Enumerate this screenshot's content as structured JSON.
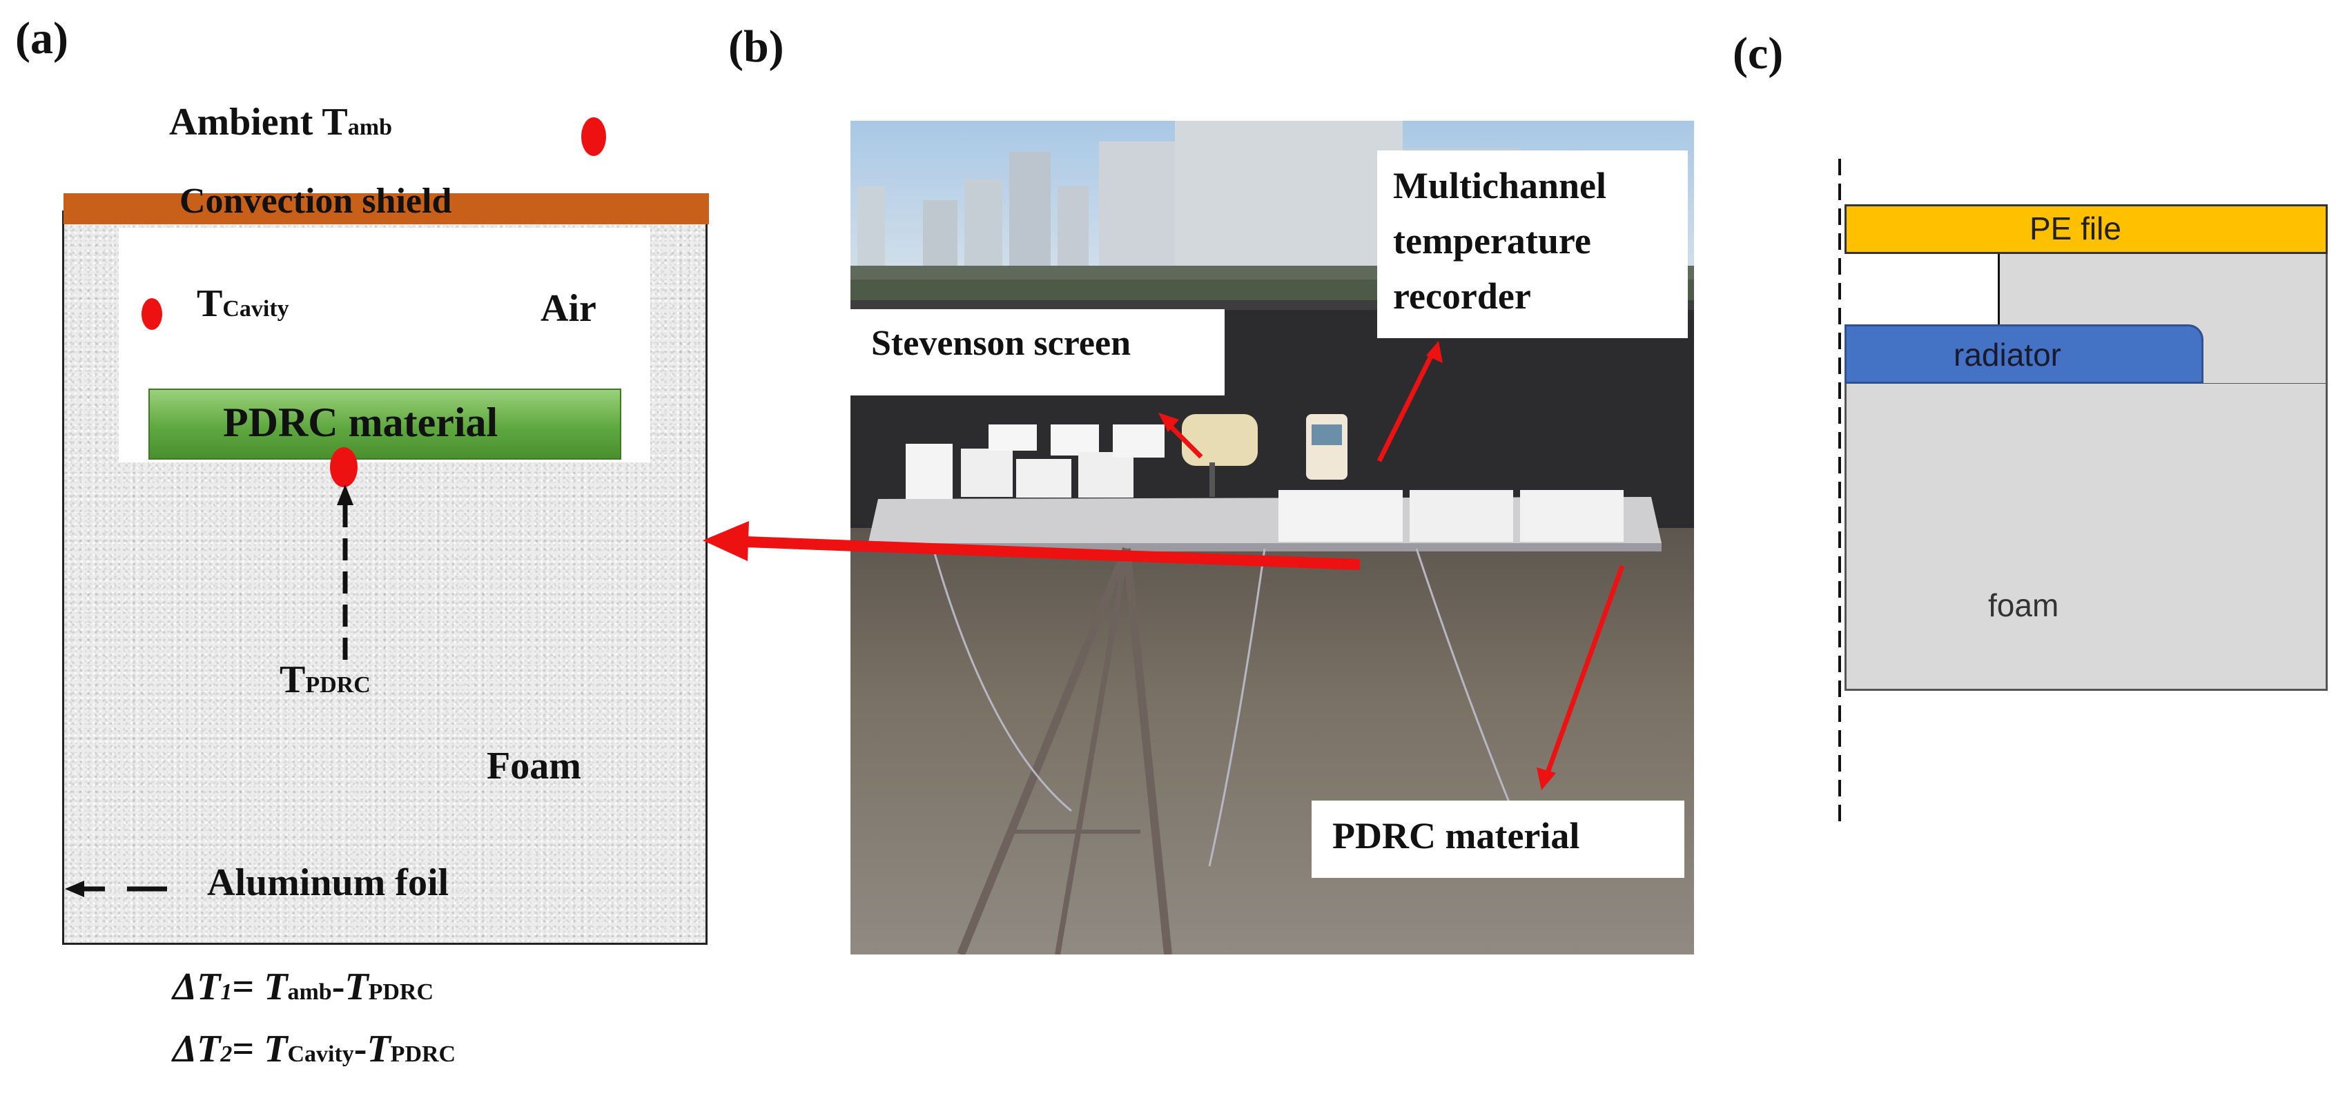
{
  "panel_a": {
    "label": "(a)",
    "ambient_label": "Ambient T",
    "ambient_sub": "amb",
    "shield_label": "Convection shield",
    "cavity_label": "T",
    "cavity_sub": "Cavity",
    "air_label": "Air",
    "pdrc_label": "PDRC material",
    "tpdrc_label": "T",
    "tpdrc_sub": "PDRC",
    "foam_label": "Foam",
    "foil_label": "Aluminum foil",
    "eq1": {
      "delta": "ΔT",
      "idx": "1",
      "eq": "= ",
      "t1": "T",
      "t1_sub": "amb",
      "minus": "-",
      "t2": "T",
      "t2_sub": "PDRC"
    },
    "eq2": {
      "delta": "ΔT",
      "idx": "2",
      "eq": "= ",
      "t1": "T",
      "t1_sub": "Cavity",
      "minus": "-",
      "t2": "T",
      "t2_sub": "PDRC"
    },
    "colors": {
      "shield": "#c8601a",
      "pdrc_top": "#8cc36e",
      "pdrc_bottom": "#4e9a34",
      "dot": "#ee1111"
    }
  },
  "panel_b": {
    "label": "(b)",
    "stevenson_label": "Stevenson screen",
    "recorder_line1": "Multichannel",
    "recorder_line2": "temperature",
    "recorder_line3": "recorder",
    "pdrc_label": "PDRC material",
    "colors": {
      "arrow": "#ee1111"
    }
  },
  "panel_c": {
    "label": "(c)",
    "pe_label": "PE file",
    "radiator_label": "radiator",
    "foam_label": "foam",
    "colors": {
      "pe": "#ffc000",
      "radiator": "#4472c4",
      "foam": "#d9d9d9"
    }
  }
}
